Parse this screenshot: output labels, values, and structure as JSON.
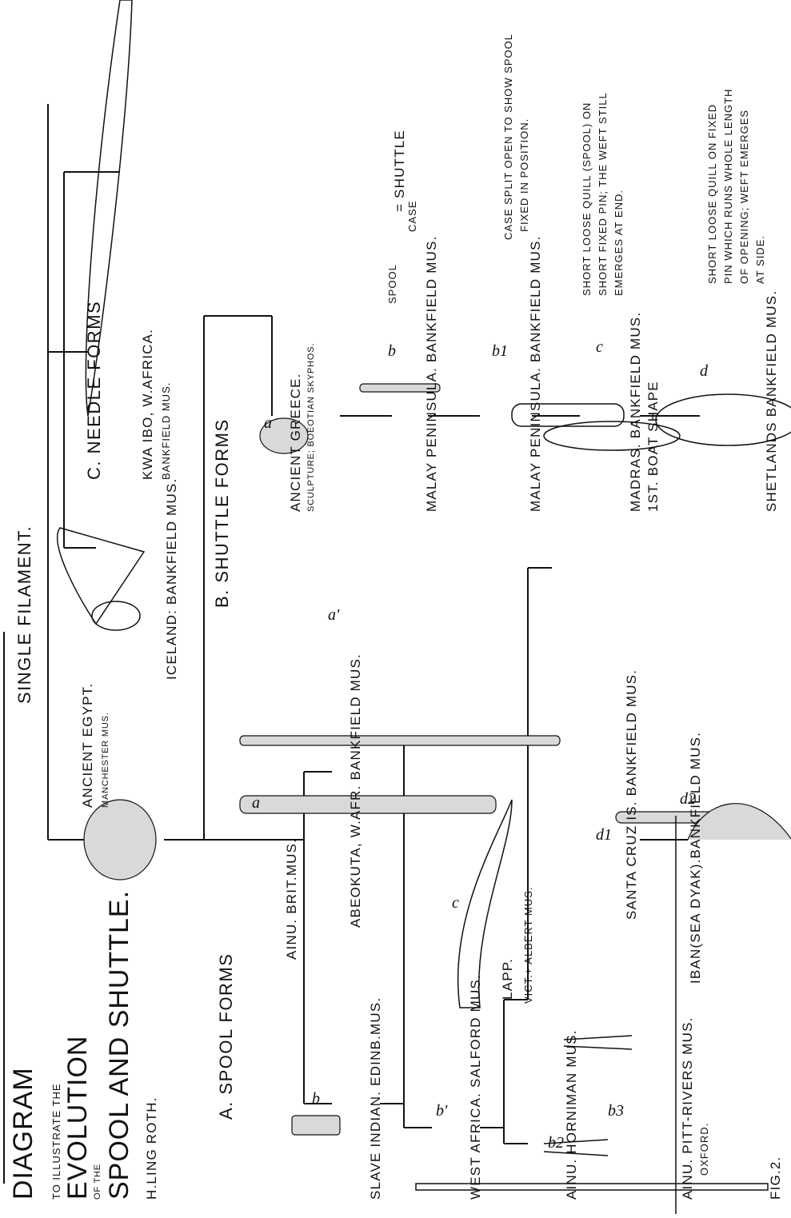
{
  "title": {
    "line1": "DIAGRAM",
    "line2": "TO ILLUSTRATE THE",
    "line3": "EVOLUTION",
    "line4": "OF THE",
    "line5": "SPOOL AND SHUTTLE.",
    "author": "H.LING ROTH."
  },
  "figure_label": "FIG.2.",
  "root": {
    "heading": "SINGLE FILAMENT."
  },
  "groups": {
    "a": "A. SPOOL FORMS",
    "b": "B. SHUTTLE FORMS",
    "c": "C. NEEDLE FORMS"
  },
  "specimens": {
    "egypt": "ANCIENT EGYPT.",
    "egypt_mus": "MANCHESTER MUS.",
    "iceland": "ICELAND: BANKFIELD MUS.",
    "kwaibo": "KWA IBO, W.AFRICA.",
    "kwaibo_mus": "BANKFIELD MUS.",
    "ainu_brit": "AINU. BRIT.MUS.",
    "abeokuta": "ABEOKUTA, W.AFR. BANKFIELD MUS.",
    "slave_indian": "SLAVE INDIAN. EDINB.MUS.",
    "west_africa": "WEST AFRICA. SALFORD MUS.",
    "lapp": "LAPP.",
    "lapp_mus": "VICT.+ ALBERT MUS.",
    "santa_cruz": "SANTA CRUZ IS. BANKFIELD MUS.",
    "iban": "IBAN(SEA DYAK).BANKFIELD MUS.",
    "ainu_horniman": "AINU. HORNIMAN MUS.",
    "ainu_pitt": "AINU. PITT-RIVERS MUS.",
    "ainu_pitt_place": "OXFORD.",
    "greece": "ANCIENT GREECE.",
    "greece_note": "SCULPTURE; BOEOTIAN SKYPHOS.",
    "malay1": "MALAY PENINSULA. BANKFIELD MUS.",
    "malay2": "MALAY PENINSULA. BANKFIELD MUS.",
    "madras": "MADRAS. BANKFIELD MUS.",
    "madras_note": "1ST. BOAT SHAPE",
    "shetlands": "SHETLANDS BANKFIELD MUS."
  },
  "notes": {
    "spool": "SPOOL",
    "case": "CASE",
    "shuttle": "= SHUTTLE",
    "case_split_1": "CASE SPLIT OPEN TO SHOW SPOOL",
    "case_split_2": "FIXED IN POSITION.",
    "quill_1": "SHORT LOOSE QUILL (SPOOL) ON",
    "quill_2": "SHORT FIXED PIN; THE WEFT STILL",
    "quill_3": "EMERGES AT END.",
    "long_1": "SHORT LOOSE QUILL ON FIXED",
    "long_2": "PIN WHICH RUNS WHOLE LENGTH",
    "long_3": "OF OPENING; WEFT EMERGES",
    "long_4": "AT SIDE."
  },
  "letters": {
    "a_spool": "a",
    "b_spool": "b",
    "a1": "a'",
    "b1": "b'",
    "c_lapp": "c",
    "d1": "d1",
    "d2": "d2",
    "b2": "b2",
    "b3": "b3",
    "a_shuttle": "a",
    "b_shuttle": "b",
    "b1_shuttle": "b1",
    "c_shuttle": "c",
    "d_shuttle": "d"
  }
}
